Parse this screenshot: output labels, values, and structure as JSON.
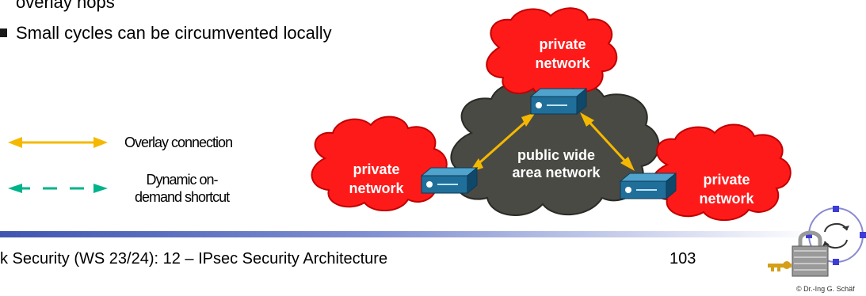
{
  "bullets": {
    "partial_text": "overlay hops",
    "item": "Small cycles can be circumvented locally"
  },
  "legend": {
    "overlay": "Overlay connection",
    "shortcut_line1": "Dynamic on-",
    "shortcut_line2": "demand shortcut"
  },
  "diagram": {
    "private_top": [
      "private",
      "network"
    ],
    "private_left": [
      "private",
      "network"
    ],
    "private_right": [
      "private",
      "network"
    ],
    "public": [
      "public wide",
      "area network"
    ]
  },
  "footer": {
    "title": "k Security (WS 23/24): 12 – IPsec Security Architecture",
    "page": "103",
    "copyright": "© Dr.-Ing G. Schäf"
  },
  "colors": {
    "cloud_red": "#ff1a1a",
    "cloud_gray": "#4a4a44",
    "overlay_arrow": "#f5b800",
    "shortcut_arrow": "#00b38a",
    "device": "#1f6f9a",
    "footer_bar": "#3f55b0"
  }
}
